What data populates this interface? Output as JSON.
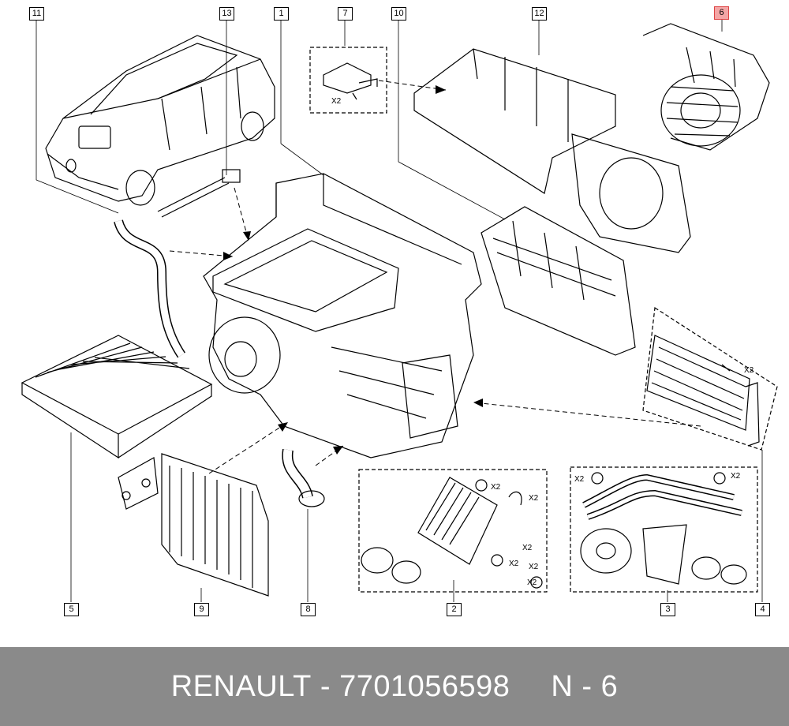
{
  "diagram": {
    "callouts": [
      "11",
      "13",
      "1",
      "7",
      "10",
      "12",
      "6",
      "5",
      "9",
      "8",
      "2",
      "3",
      "4"
    ],
    "highlighted": "6",
    "highlight_color": "#f4a6a6",
    "quantity_labels": [
      "X2",
      "X2",
      "X2",
      "X2",
      "X2",
      "X2",
      "X2",
      "X2",
      "X2",
      "X2"
    ]
  },
  "footer": {
    "brand": "RENAULT",
    "separator": "-",
    "part_number": "7701056598",
    "position": "N - 6",
    "background": "#8a8a8a"
  }
}
